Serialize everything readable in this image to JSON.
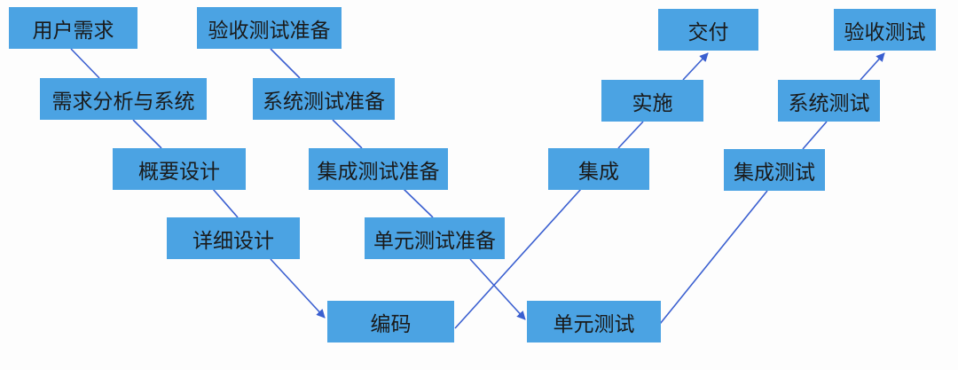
{
  "diagram": {
    "colors": {
      "box": "#4ba3e3",
      "line": "#3a5fd0"
    },
    "nodes": {
      "user_requirements": "用户需求",
      "requirements_analysis": "需求分析与系统",
      "high_level_design": "概要设计",
      "detailed_design": "详细设计",
      "coding": "编码",
      "acceptance_test_prep": "验收测试准备",
      "system_test_prep": "系统测试准备",
      "integration_test_prep": "集成测试准备",
      "unit_test_prep": "单元测试准备",
      "unit_test": "单元测试",
      "integration": "集成",
      "implementation": "实施",
      "delivery": "交付",
      "integration_test": "集成测试",
      "system_test": "系统测试",
      "acceptance_test": "验收测试"
    }
  }
}
